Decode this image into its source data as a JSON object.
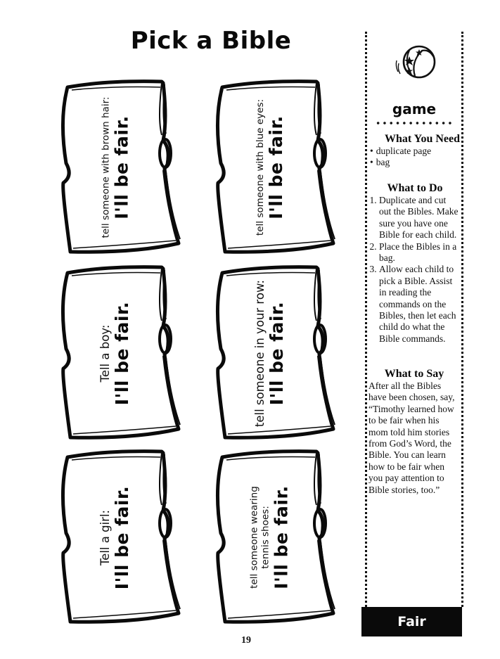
{
  "page": {
    "title": "Pick a Bible",
    "page_number": "19"
  },
  "bibles": [
    {
      "command": "tell someone with brown hair:",
      "command2": "",
      "promise": "I'll be fair."
    },
    {
      "command": "tell someone with blue eyes:",
      "command2": "",
      "promise": "I'll be fair."
    },
    {
      "command": "Tell a boy:",
      "command2": "",
      "promise": "I'll be fair."
    },
    {
      "command": "tell someone in your row:",
      "command2": "",
      "promise": "I'll be fair."
    },
    {
      "command": "Tell a girl:",
      "command2": "",
      "promise": "I'll be fair."
    },
    {
      "command": "tell someone wearing",
      "command2": "tennis shoes:",
      "promise": "I'll be fair."
    }
  ],
  "sidebar": {
    "icon": "ball-icon",
    "category": "game",
    "need": {
      "heading": "What You Need",
      "items": [
        "duplicate page",
        "bag"
      ]
    },
    "todo": {
      "heading": "What to Do",
      "steps": [
        "Duplicate and cut out the Bibles. Make sure you have one Bible for each child.",
        "Place the Bibles in a bag.",
        "Allow each child to pick a Bible. Assist in reading the commands on the Bibles, then let each child do what the Bible commands."
      ]
    },
    "say": {
      "heading": "What to Say",
      "text": "After all the Bibles have been chosen, say, “Timothy learned how to be fair when his mom told him stories from God’s Word, the Bible. You can learn how to be fair when you pay attention to Bible stories, too.”"
    },
    "theme_label": "Fair"
  },
  "colors": {
    "ink": "#0a0a0a",
    "paper": "#ffffff",
    "banner_text": "#ffffff"
  }
}
